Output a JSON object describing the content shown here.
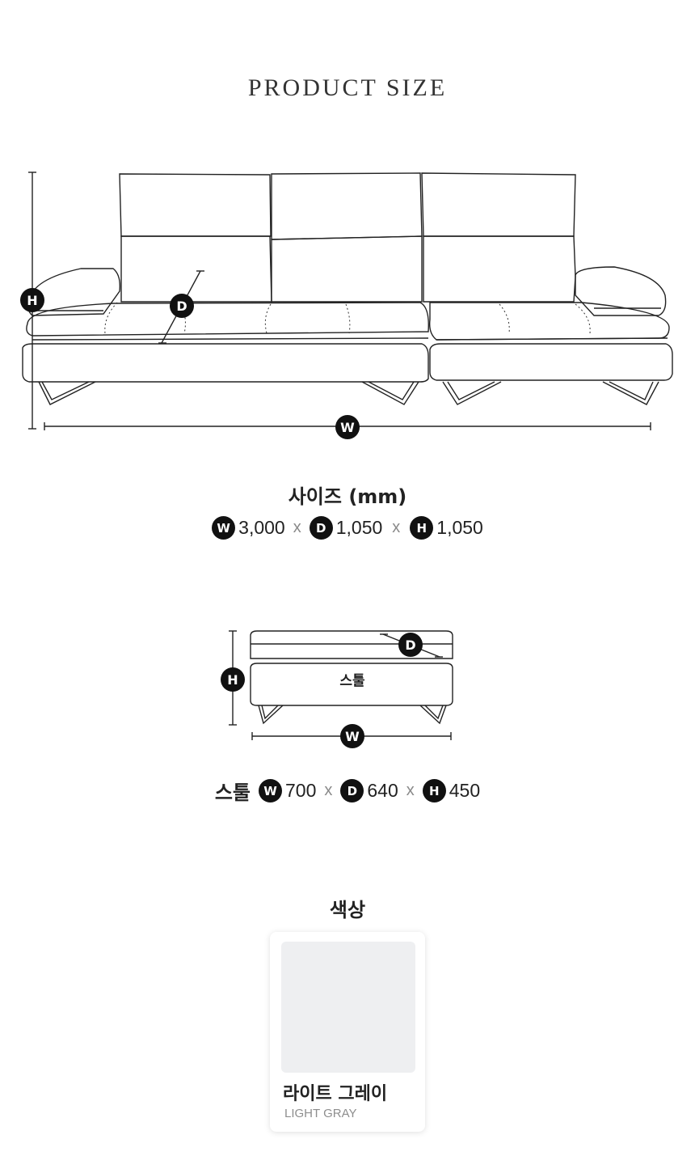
{
  "page": {
    "title": "PRODUCT SIZE"
  },
  "sofa": {
    "markers": {
      "w": "W",
      "d": "D",
      "h": "H"
    },
    "size_heading": "사이즈 (mm)",
    "dims": [
      {
        "badge": "W",
        "value": "3,000"
      },
      {
        "badge": "D",
        "value": "1,050"
      },
      {
        "badge": "H",
        "value": "1,050"
      }
    ],
    "separator": "x"
  },
  "stool": {
    "label": "스툴",
    "markers": {
      "w": "W",
      "d": "D",
      "h": "H"
    },
    "prefix": "스툴",
    "dims": [
      {
        "badge": "W",
        "value": "700"
      },
      {
        "badge": "D",
        "value": "640"
      },
      {
        "badge": "H",
        "value": "450"
      }
    ],
    "separator": "x"
  },
  "color": {
    "heading": "색상",
    "swatch": {
      "name": "라이트 그레이",
      "sub": "LIGHT GRAY",
      "hex": "#eeeff1"
    }
  }
}
